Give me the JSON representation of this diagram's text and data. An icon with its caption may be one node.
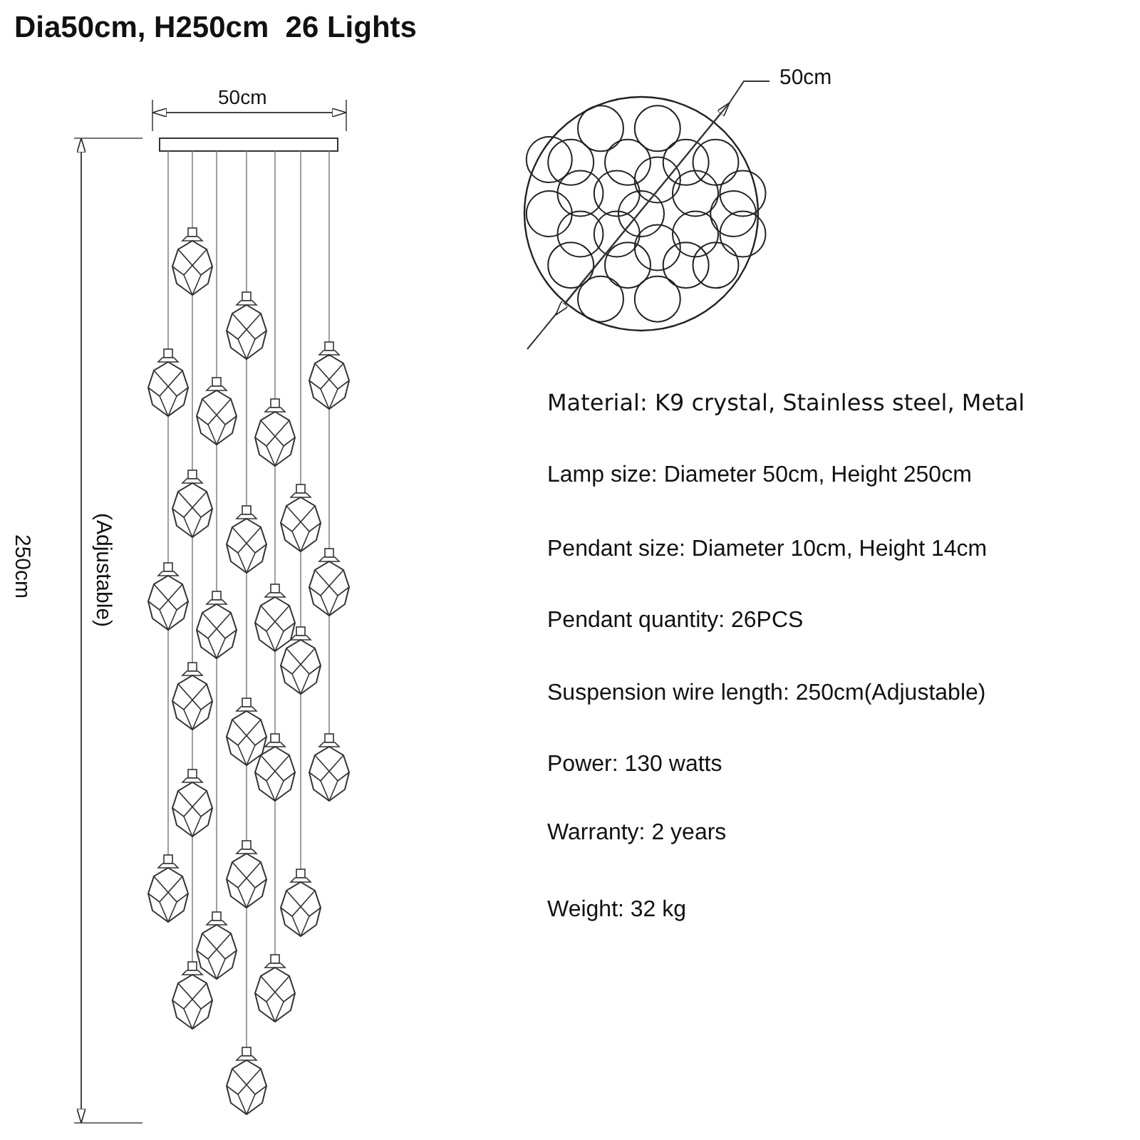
{
  "diagram": {
    "title": "Dia50cm, H250cm  26 Lights",
    "labels": [
      "50cm",
      "250cm",
      "(Adjustable)",
      "50cm",
      "Material: K9 crystal, Stainless steel, Metal",
      "Lamp size: Diameter 50cm, Height 250cm",
      "Pendant size: Diameter 10cm, Height 14cm",
      "Pendant quantity: 26PCS",
      "Suspension wire length: 250cm(Adjustable)",
      "Power: 130 watts",
      "Warranty: 2 years",
      "Weight: 32 kg"
    ]
  }
}
